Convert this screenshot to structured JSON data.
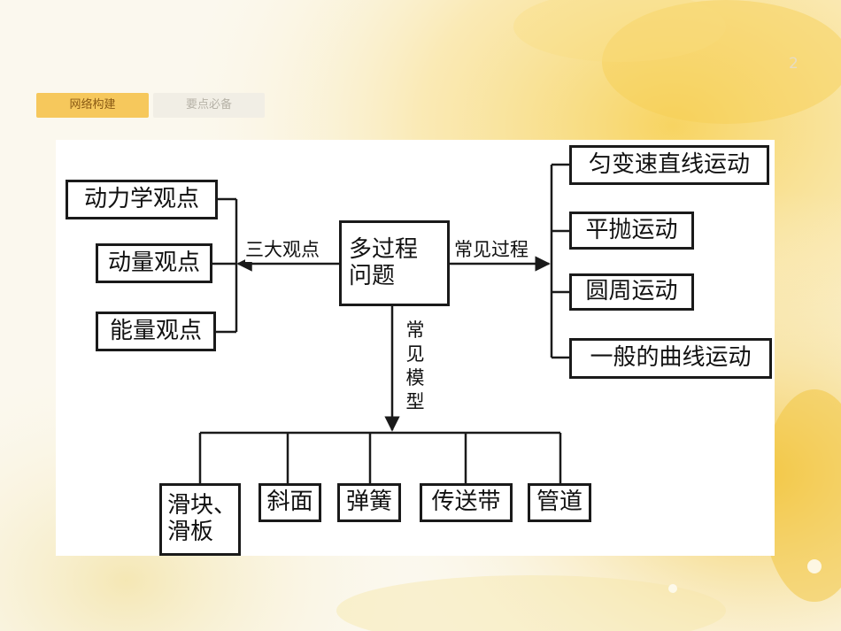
{
  "page_number": "2",
  "tabs": [
    {
      "label": "网络构建",
      "active": true
    },
    {
      "label": "要点必备",
      "active": false
    }
  ],
  "diagram": {
    "center": {
      "lines": [
        "多过程",
        "问题"
      ]
    },
    "left_label": "三大观点",
    "left_items": [
      "动力学观点",
      "动量观点",
      "能量观点"
    ],
    "right_label": "常见过程",
    "right_items": [
      "匀变速直线运动",
      "平抛运动",
      "圆周运动",
      "一般的曲线运动"
    ],
    "bottom_label": "常见模型",
    "bottom_items": [
      {
        "lines": [
          "滑块、",
          "滑板"
        ]
      },
      {
        "lines": [
          "斜面"
        ]
      },
      {
        "lines": [
          "弹簧"
        ]
      },
      {
        "lines": [
          "传送带"
        ]
      },
      {
        "lines": [
          "管道"
        ]
      }
    ]
  },
  "colors": {
    "active_tab": "#f6c85c",
    "inactive_tab": "#f1eee5",
    "line": "#1a1a1a"
  }
}
